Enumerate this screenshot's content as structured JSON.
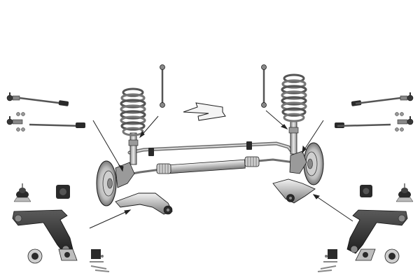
{
  "diagram": {
    "colors": {
      "background": "#ffffff",
      "metal_light": "#d4d4d4",
      "metal_mid": "#a8a8a8",
      "metal_dark": "#6e6e6e",
      "rubber": "#2a2a2a",
      "outline": "#1a1a1a",
      "leader": "#222222",
      "arrow_fill": "#f4f4f4"
    },
    "parts": [
      "front-axle-assembly",
      "stabilizer-bar",
      "steering-rack",
      "coil-spring",
      "shock-absorber",
      "stabilizer-link",
      "tie-rod",
      "tie-rod-end",
      "ball-joint",
      "control-arm",
      "control-arm-bushing",
      "mounting-bolts",
      "brake-disc",
      "wheel-hub"
    ]
  }
}
